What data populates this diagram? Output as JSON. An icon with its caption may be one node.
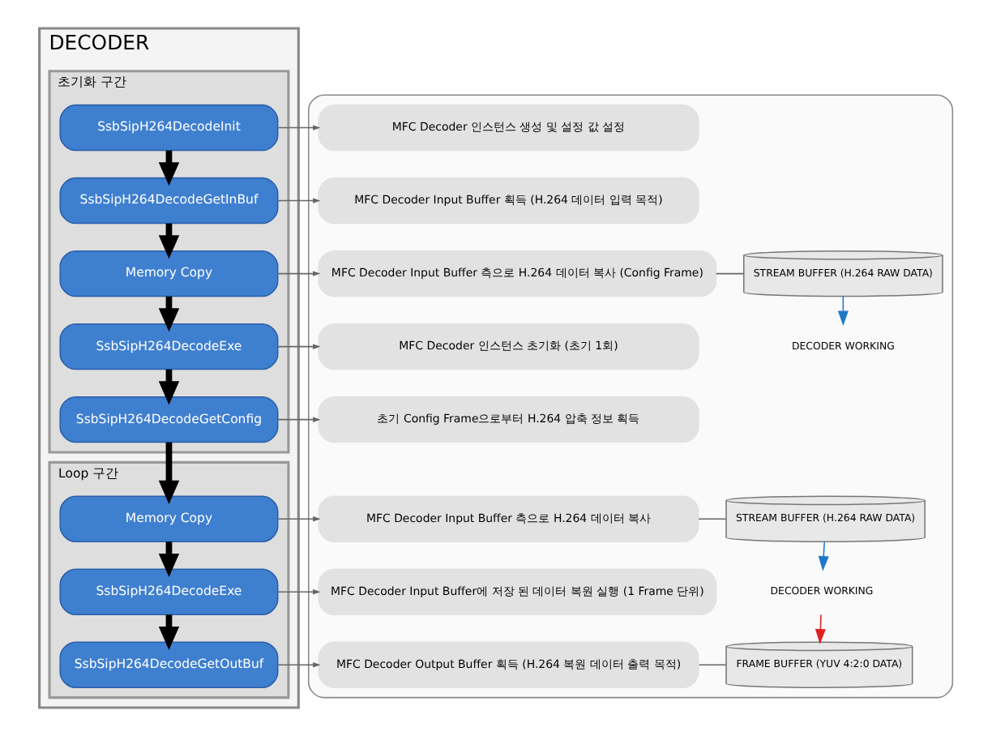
{
  "diagram": {
    "nodes": [
      {
        "text": [
          "DECODER"
        ]
      },
      {
        "text": [
          "초기화 구간"
        ],
        "in": 0
      },
      {
        "text": [
          "SsbSipH264DecodeInit"
        ],
        "in": 1
      },
      {
        "text": [
          "SsbSipH264DecodeGetInBuf"
        ],
        "in": 1
      },
      {
        "text": [
          "Memory Copy"
        ],
        "in": 1
      },
      {
        "text": [
          "SsbSipH264DecodeExe"
        ],
        "in": 1
      },
      {
        "text": [
          "SsbSipH264DecodeGetConfig"
        ],
        "in": 1
      },
      {
        "text": [
          "Loop 구간"
        ],
        "in": 0
      },
      {
        "text": [
          "Memory Copy"
        ],
        "in": 7
      },
      {
        "text": [
          "SsbSipH264DecodeExe"
        ],
        "in": 7
      },
      {
        "text": [
          "SsbSipH264DecodeGetOutBuf"
        ],
        "in": 7
      },
      {
        "text": [],
        "shape": "box"
      },
      {
        "text": [
          "MFC Decoder 인스턴스 생성 및 설정 값 설정"
        ],
        "in": 11
      },
      {
        "text": [
          "MFC Decoder Input Buffer 획득 (H.264 데이터 입력 목적)"
        ],
        "in": 11
      },
      {
        "text": [
          "MFC Decoder Input Buffer 측으로 H.264 데이터 복사 (Config Frame)"
        ],
        "in": 11
      },
      {
        "text": [
          "STREAM BUFFER (H.264 RAW DATA)"
        ],
        "in": 11
      },
      {
        "text": [
          "MFC Decoder 인스턴스 초기화 (초기 1회)"
        ],
        "in": 11
      },
      {
        "text": [
          "DECODER WORKING"
        ],
        "in": 11
      },
      {
        "text": [
          "초기 Config Frame으로부터 H.264 압축 정보 획득"
        ],
        "in": 11
      },
      {
        "text": [
          "MFC Decoder Input Buffer 측으로 H.264 데이터 복사"
        ],
        "in": 11
      },
      {
        "text": [
          "STREAM BUFFER (H.264 RAW DATA)"
        ],
        "in": 11
      },
      {
        "text": [
          "MFC Decoder Input Buffer에 저장 된 데이터 복원 실행 (1 Frame 단위)"
        ],
        "in": 11
      },
      {
        "text": [
          "DECODER WORKING"
        ],
        "in": 11
      },
      {
        "text": [
          "MFC Decoder Output Buffer 획득 (H.264 복원 데이터 출력 목적)"
        ],
        "in": 11
      },
      {
        "text": [
          "FRAME BUFFER (YUV 4:2:0 DATA)"
        ],
        "in": 11
      }
    ],
    "edges": [
      {
        "from": 2,
        "to": 3,
        "arrow": "to",
        "style": "thick",
        "color": "#000000"
      },
      {
        "from": 3,
        "to": 4,
        "arrow": "to",
        "style": "thick",
        "color": "#000000"
      },
      {
        "from": 4,
        "to": 5,
        "arrow": "to",
        "style": "thick",
        "color": "#000000"
      },
      {
        "from": 5,
        "to": 6,
        "arrow": "to",
        "style": "thick",
        "color": "#000000"
      },
      {
        "from": 6,
        "to": 8,
        "arrow": "to",
        "style": "thick",
        "color": "#000000"
      },
      {
        "from": 8,
        "to": 9,
        "arrow": "to",
        "style": "thick",
        "color": "#000000"
      },
      {
        "from": 9,
        "to": 10,
        "arrow": "to",
        "style": "thick",
        "color": "#000000"
      },
      {
        "from": 2,
        "to": 12,
        "arrow": "to"
      },
      {
        "from": 3,
        "to": 13,
        "arrow": "to"
      },
      {
        "from": 4,
        "to": 14,
        "arrow": "to"
      },
      {
        "from": 5,
        "to": 16,
        "arrow": "to"
      },
      {
        "from": 6,
        "to": 18,
        "arrow": "to"
      },
      {
        "from": 8,
        "to": 19,
        "arrow": "to"
      },
      {
        "from": 9,
        "to": 21,
        "arrow": "to"
      },
      {
        "from": 10,
        "to": 23,
        "arrow": "to"
      },
      {
        "from": 14,
        "to": 15,
        "arrow": "none"
      },
      {
        "from": 19,
        "to": 20,
        "arrow": "none"
      },
      {
        "from": 23,
        "to": 24,
        "arrow": "none"
      },
      {
        "from": 15,
        "to": 17,
        "arrow": "to",
        "color": "#1f78c8"
      },
      {
        "from": 20,
        "to": 22,
        "arrow": "to",
        "color": "#1f78c8"
      },
      {
        "from": 22,
        "to": 24,
        "arrow": "to",
        "color": "#e02020"
      }
    ]
  }
}
